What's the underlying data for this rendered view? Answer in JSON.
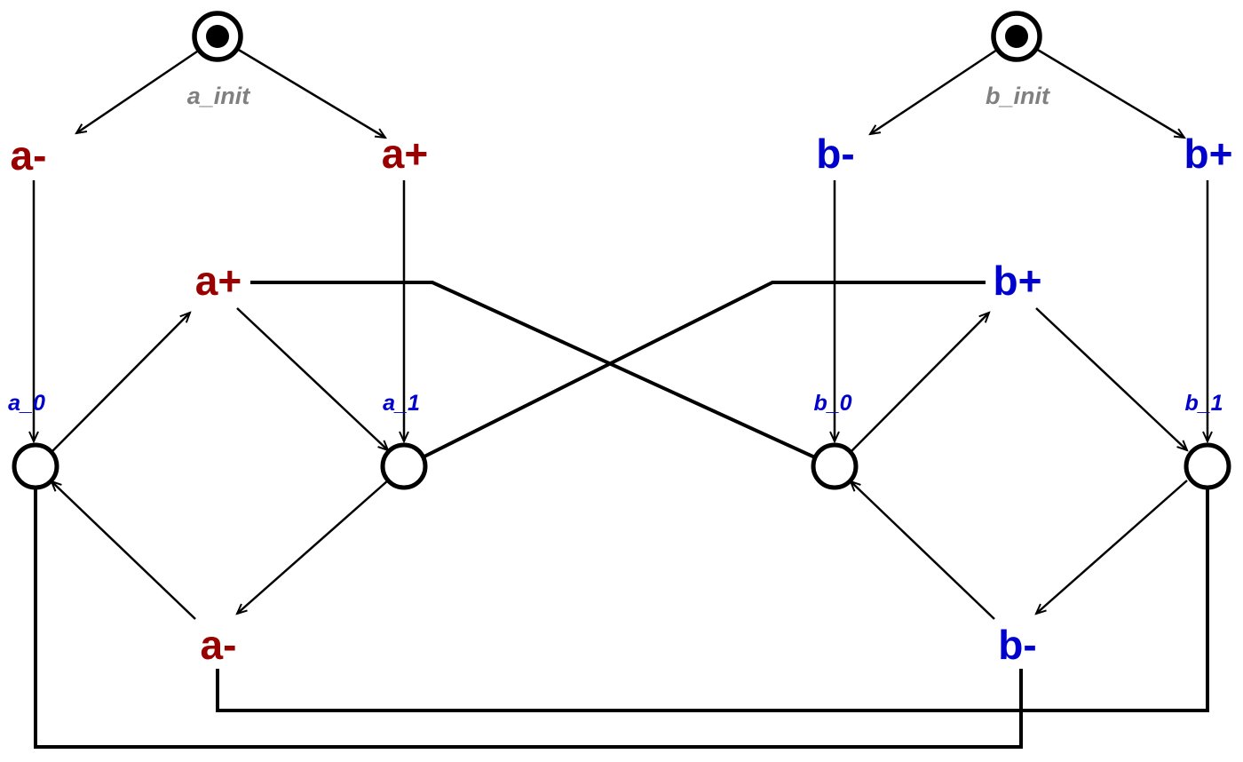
{
  "colors": {
    "signal_a": "#990000",
    "signal_b": "#0000CC",
    "place_label": "#0000CC",
    "init_label": "#808080",
    "line": "#000000",
    "background": "#FFFFFF"
  },
  "init_places": {
    "a": {
      "label": "a_init",
      "tokens": 1
    },
    "b": {
      "label": "b_init",
      "tokens": 1
    }
  },
  "places": {
    "a0": {
      "label": "a_0",
      "tokens": 0
    },
    "a1": {
      "label": "a_1",
      "tokens": 0
    },
    "b0": {
      "label": "b_0",
      "tokens": 0
    },
    "b1": {
      "label": "b_1",
      "tokens": 0
    }
  },
  "transitions": {
    "a_minus_top": {
      "label": "a-"
    },
    "a_plus_top": {
      "label": "a+"
    },
    "b_minus_top": {
      "label": "b-"
    },
    "b_plus_top": {
      "label": "b+"
    },
    "a_plus_mid": {
      "label": "a+"
    },
    "b_plus_mid": {
      "label": "b+"
    },
    "a_minus_bottom": {
      "label": "a-"
    },
    "b_minus_bottom": {
      "label": "b-"
    }
  }
}
